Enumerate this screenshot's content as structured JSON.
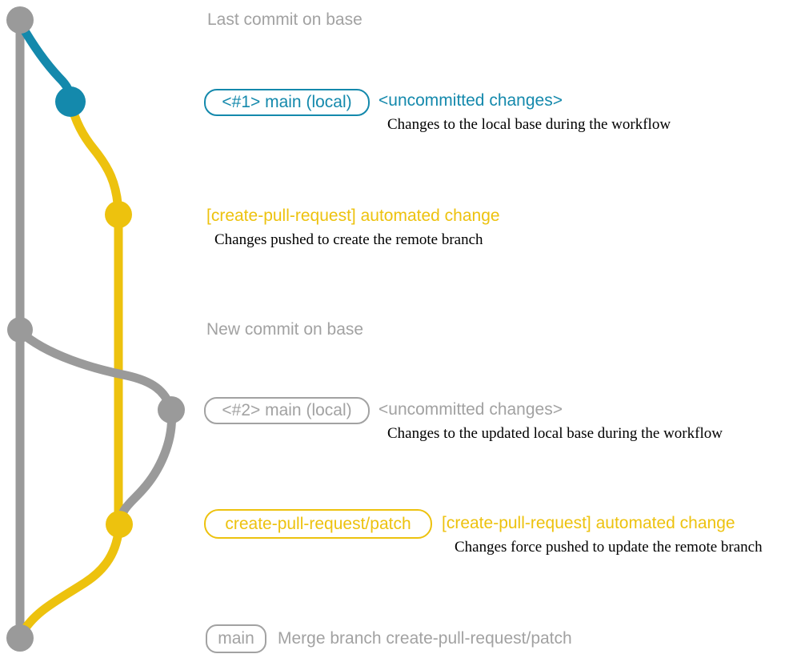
{
  "colors": {
    "graph_gray": "#9a9a9a",
    "text_gray": "#a2a2a2",
    "teal": "#1489ac",
    "yellow": "#edc20e",
    "description_black": "#000000"
  },
  "graph": {
    "base_branch": "gray base branch line",
    "commit_sequence": [
      {
        "name": "last-commit-on-base",
        "color": "gray"
      },
      {
        "name": "local-main-commit-1",
        "color": "teal"
      },
      {
        "name": "automated-change-commit-1",
        "color": "yellow"
      },
      {
        "name": "new-commit-on-base",
        "color": "gray"
      },
      {
        "name": "local-main-commit-2",
        "color": "gray"
      },
      {
        "name": "automated-change-commit-2",
        "color": "yellow"
      },
      {
        "name": "merge-commit",
        "color": "gray"
      }
    ]
  },
  "annotations": {
    "last_commit": "Last commit on base",
    "row1": {
      "badge": "<#1> main (local)",
      "status": "<uncommitted changes>",
      "desc": "Changes to the local base during the workflow"
    },
    "row2": {
      "title": "[create-pull-request] automated change",
      "desc": "Changes pushed to create the remote branch"
    },
    "new_commit": "New commit on base",
    "row3": {
      "badge": "<#2> main (local)",
      "status": "<uncommitted changes>",
      "desc": "Changes to the updated local base during the workflow"
    },
    "row4": {
      "badge": "create-pull-request/patch",
      "title": "[create-pull-request] automated change",
      "desc": "Changes force pushed to update the remote branch"
    },
    "row5": {
      "badge": "main",
      "desc": "Merge branch create-pull-request/patch"
    }
  }
}
